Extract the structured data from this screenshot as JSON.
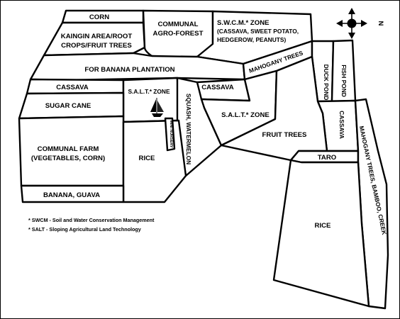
{
  "map": {
    "labels": {
      "corn": "CORN",
      "kaingin_1": "KAINGIN AREA/ROOT",
      "kaingin_2": "CROPS/FRUIT TREES",
      "agro_1": "COMMUNAL",
      "agro_2": "AGRO-FOREST",
      "swcm_1": "S.W.C.M.* ZONE",
      "swcm_2": "(CASSAVA, SWEET POTATO,",
      "swcm_3": "HEDGEROW, PEANUTS)",
      "banana_plantation": "FOR BANANA PLANTATION",
      "mahogany_trees": "MAHOGANY TREES",
      "duck_pond": "DUCK POND",
      "fish_pond": "FISH POND",
      "cassava_left": "CASSAVA",
      "salt_left": "S.A.L.T.* ZONE",
      "squash": "SQUASH, WATERMELON",
      "cassava_mid": "CASSAVA",
      "sugar_cane": "SUGAR CANE",
      "salt_mid": "S.A.L.T.* ZONE",
      "cassava_right": "CASSAVA",
      "mini_nursery": "MINI NURSERY",
      "fruit_trees": "FRUIT TREES",
      "mahogany_bamboo": "MAHOGANY TREES, BAMBOO, CREEK",
      "communal_farm_1": "COMMUNAL FARM",
      "communal_farm_2": "(VEGETABLES, CORN)",
      "rice_left": "RICE",
      "taro": "TARO",
      "banana_guava": "BANANA, GUAVA",
      "rice_right": "RICE"
    },
    "compass": {
      "north": "N"
    },
    "notes": {
      "swcm": "* SWCM - Soil and Water Conservation Management",
      "salt": "* SALT - Sloping Agricultural Land Technology"
    },
    "colors": {
      "ink": "#000000",
      "paper": "#ffffff"
    }
  }
}
